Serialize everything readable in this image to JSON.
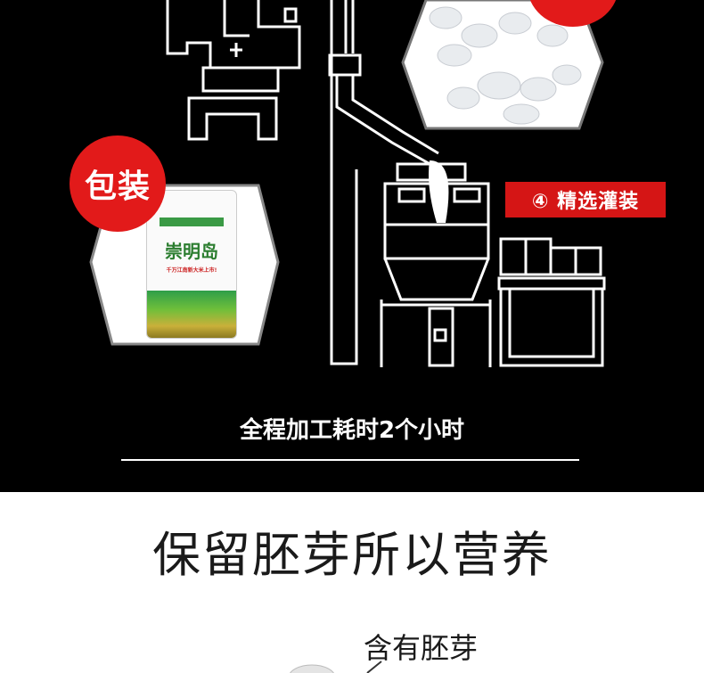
{
  "badges": {
    "packaging": "包装",
    "step4": "④ 精选灌装"
  },
  "product": {
    "brand": "崇明岛",
    "slogan": "千万江南新大米上市!"
  },
  "caption": "全程加工耗时2个小时",
  "section_title": "保留胚芽所以营养",
  "germ_label": "含有胚芽",
  "colors": {
    "background_dark": "#000000",
    "accent_red": "#e21a1a",
    "line_white": "#ffffff"
  }
}
